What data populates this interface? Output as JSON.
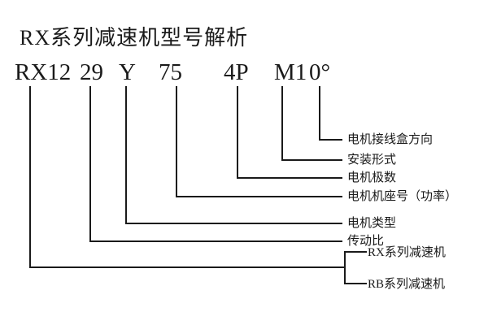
{
  "title": "RX系列减速机型号解析",
  "model_code": {
    "series": "RX12",
    "ratio": "29",
    "motor_type": "Y",
    "frame_size": "75",
    "poles": "4P",
    "mounting": "M1",
    "junction_direction": "0°"
  },
  "callouts": {
    "junction_box_direction": "电机接线盒方向",
    "mounting_type": "安装形式",
    "motor_poles": "电机极数",
    "motor_frame_power": "电机机座号（功率）",
    "motor_type": "电机类型",
    "transmission_ratio": "传动比",
    "rx_series": "RX系列减速机",
    "rb_series": "RB系列减速机"
  },
  "colors": {
    "background": "#ffffff",
    "line": "#1a1a1a",
    "text": "#1a1a1a"
  }
}
